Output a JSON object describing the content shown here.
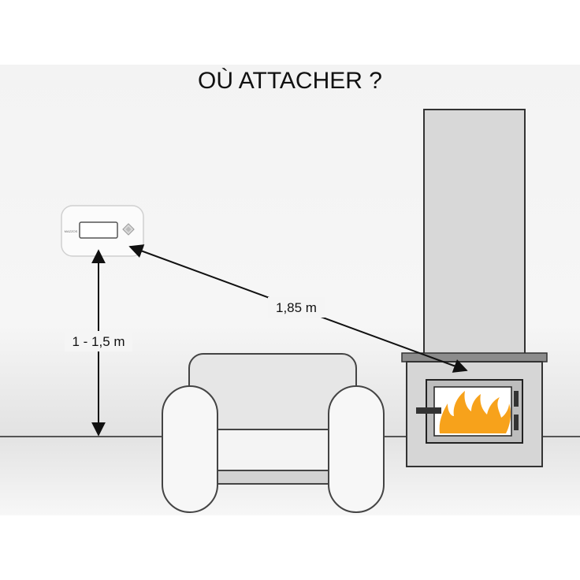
{
  "title": "OÙ ATTACHER ?",
  "labels": {
    "distance_diagonal": "1,85 m",
    "height_range": "1 - 1,5 m"
  },
  "detector": {
    "brand_mark": "MAZZOS",
    "icon": "diamond-button-icon"
  },
  "colors": {
    "flame": "#f7a21b",
    "wall": "#f1f1f1",
    "floor": "#e9e9e9",
    "chimney": "#d8d8d8",
    "outline": "#333333"
  }
}
